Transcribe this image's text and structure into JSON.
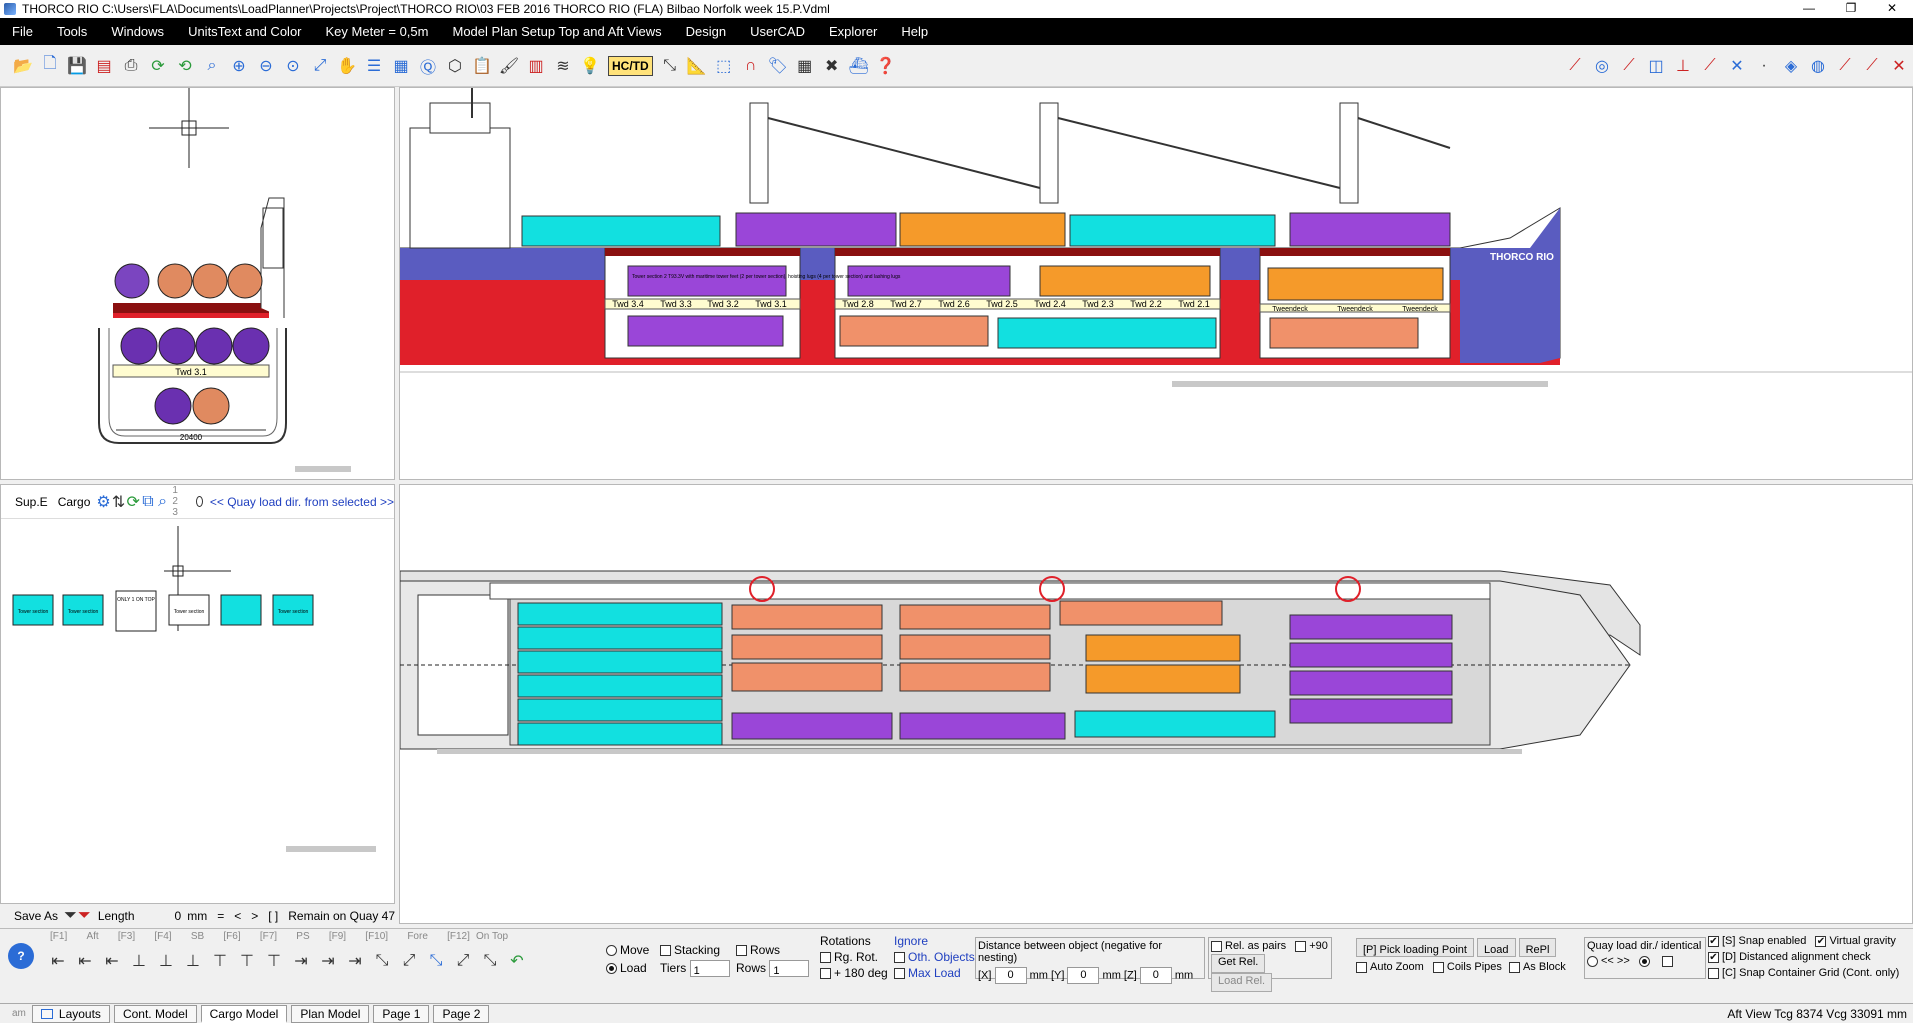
{
  "window": {
    "title": "THORCO RIO  C:\\Users\\FLA\\Documents\\LoadPlanner\\Projects\\Project\\THORCO RIO\\03 FEB 2016 THORCO RIO (FLA) Bilbao  Norfolk week 15.P.Vdml",
    "minimize": "—",
    "maximize": "❐",
    "close": "✕"
  },
  "menu": [
    "File",
    "Tools",
    "Windows",
    "UnitsText and Color",
    "Key Meter = 0,5m",
    "Model Plan Setup Top and Aft Views",
    "Design",
    "UserCAD",
    "Explorer",
    "Help"
  ],
  "toolbar": {
    "hc_label": "HC/TD"
  },
  "profile": {
    "ship_name": "THORCO RIO",
    "holds_upper": [
      "Twd 3.4",
      "Twd 3.3",
      "Twd 3.2",
      "Twd 3.1",
      "Twd 2.8",
      "Twd 2.7",
      "Twd 2.6",
      "Twd 2.5",
      "Twd 2.4",
      "Twd 2.3",
      "Twd 2.2",
      "Twd 2.1"
    ],
    "fwd_tweendecks": [
      "Tweendeck",
      "Tweendeck",
      "Tweendeck"
    ],
    "cargo_text": "Tower section 2 T93.3V with maritime tower feet (2 per tower section), hoisting lugs (4 per tower section) and lashing lugs"
  },
  "section_view": {
    "tween_label": "Twd 3.1",
    "beam_label": "20400"
  },
  "cargo_panel": {
    "sup_label": "Sup.E",
    "cargo_label": "Cargo",
    "quay_link": "<< Quay load dir. from selected >>",
    "numbers_label": "1 2 3",
    "stack_cards": [
      "Tower section",
      "Tower section",
      "ONLY 1 ON TOP",
      "Tower section",
      "",
      "Tower section"
    ]
  },
  "left_bottom": {
    "save_as": "Save As",
    "length_label": "Length",
    "length_value": "0",
    "unit": "mm",
    "eq": "=",
    "lt": "<",
    "gt": ">",
    "brackets": "[ ]",
    "remain": "Remain on Quay 47"
  },
  "controls": {
    "fkeys": [
      "[F1]",
      "Aft",
      "[F3]",
      "[F4]",
      "SB",
      "[F6]",
      "[F7]",
      "PS",
      "[F9]",
      "[F10]",
      "Fore",
      "[F12]"
    ],
    "on_top": "On Top",
    "move": "Move",
    "load": "Load",
    "stacking": "Stacking",
    "tiers_label": "Tiers",
    "tiers_value": "1",
    "rows": "Rows",
    "rows_label": "Rows",
    "rows_value": "1",
    "rotations": "Rotations",
    "rg_rot": "Rg. Rot.",
    "plus180": "+ 180 deg",
    "ignore": "Ignore",
    "oth_objects": "Oth. Objects",
    "max_load": "Max Load",
    "distance_title": "Distance between object (negative for nesting)",
    "x_label": "[X]",
    "y_label": "mm [Y]",
    "z_label": "mm [Z]",
    "mm_end": "mm",
    "x_value": "0",
    "y_value": "0",
    "z_value": "0",
    "rel_pairs": "Rel. as pairs",
    "plus90": "+90",
    "get_rel": "Get Rel.",
    "load_rel": "Load Rel.",
    "pick_loading": "[P] Pick loading Point",
    "load_btn": "Load",
    "rep_btn": "RePl",
    "auto_zoom": "Auto Zoom",
    "coils_pipes": "Coils Pipes",
    "as_block": "As Block",
    "quay_load": "Quay load dir./ identical",
    "quay_arrows": "<< >>",
    "snap_enabled": "[S] Snap enabled",
    "virtual_gravity": "Virtual gravity",
    "distanced": "[D] Distanced alignment check",
    "snap_grid": "[C] Snap Container Grid (Cont. only)"
  },
  "tabs": [
    "Layouts",
    "Cont. Model",
    "Cargo Model",
    "Plan Model",
    "Page 1",
    "Page 2"
  ],
  "status": {
    "left": "am",
    "right": "Aft View Tcg 8374 Vcg 33091 mm"
  },
  "colors": {
    "cyan": "#12e0e0",
    "purple": "#9a46d8",
    "orange": "#f59a2a",
    "salmon": "#f0916a",
    "hull_red": "#e0202a",
    "hull_blue": "#5a5cc0",
    "deck_dark": "#8a1010"
  }
}
